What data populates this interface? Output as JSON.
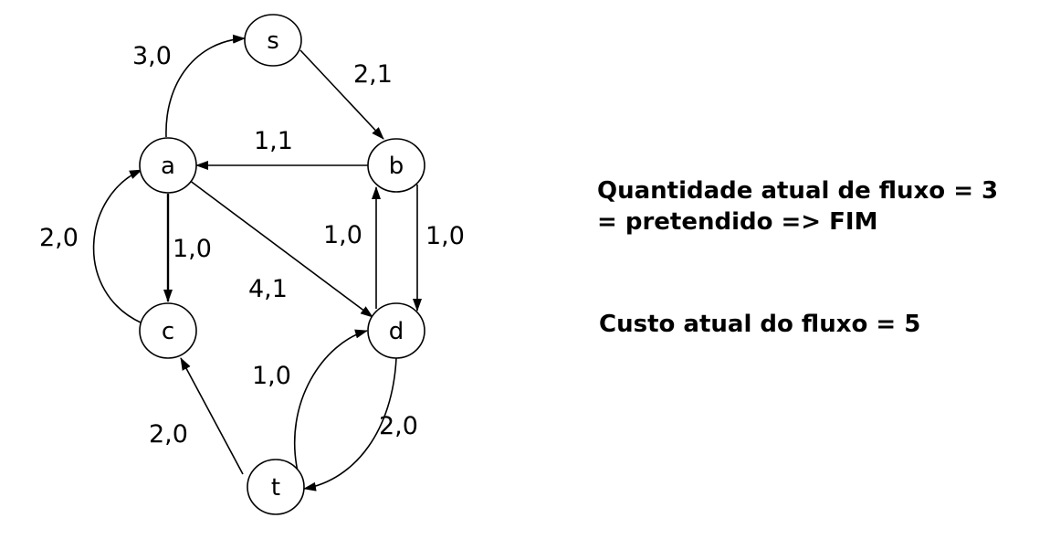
{
  "graph": {
    "nodes": [
      {
        "id": "s",
        "label": "s"
      },
      {
        "id": "a",
        "label": "a"
      },
      {
        "id": "b",
        "label": "b"
      },
      {
        "id": "c",
        "label": "c"
      },
      {
        "id": "d",
        "label": "d"
      },
      {
        "id": "t",
        "label": "t"
      }
    ],
    "edges": [
      {
        "from": "a",
        "to": "s",
        "label": "3,0"
      },
      {
        "from": "s",
        "to": "b",
        "label": "2,1"
      },
      {
        "from": "b",
        "to": "a",
        "label": "1,1"
      },
      {
        "from": "c",
        "to": "a",
        "label": "2,0"
      },
      {
        "from": "a",
        "to": "c",
        "label": "1,0"
      },
      {
        "from": "a",
        "to": "d",
        "label": "4,1"
      },
      {
        "from": "d",
        "to": "b",
        "label": "1,0"
      },
      {
        "from": "b",
        "to": "d",
        "label": "1,0"
      },
      {
        "from": "t",
        "to": "d",
        "label": "1,0"
      },
      {
        "from": "d",
        "to": "t",
        "label": "2,0"
      },
      {
        "from": "t",
        "to": "c",
        "label": "2,0"
      }
    ]
  },
  "info": {
    "flow_line1": "Quantidade atual de fluxo = 3",
    "flow_line2": "= pretendido => FIM",
    "cost_line": "Custo atual do fluxo = 5"
  },
  "colors": {
    "stroke": "#000000",
    "background": "#ffffff"
  }
}
